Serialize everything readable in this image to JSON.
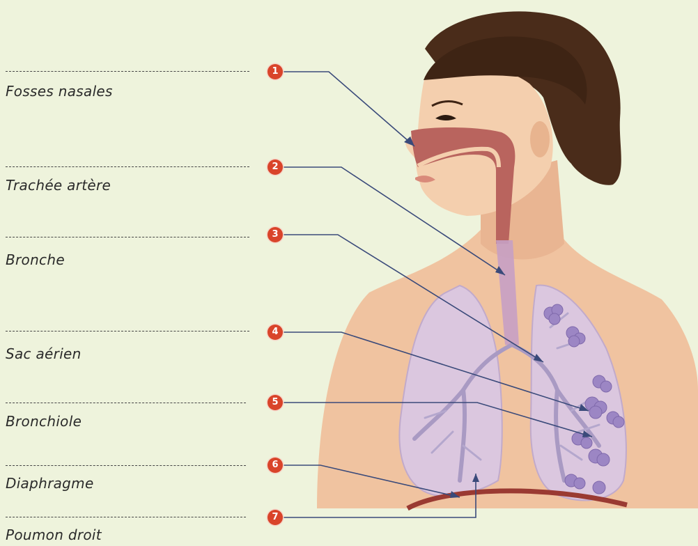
{
  "labels": [
    {
      "number": "1",
      "text": "Fosses nasales"
    },
    {
      "number": "2",
      "text": "Trachée artère"
    },
    {
      "number": "3",
      "text": "Bronche"
    },
    {
      "number": "4",
      "text": "Sac aérien"
    },
    {
      "number": "5",
      "text": "Bronchiole"
    },
    {
      "number": "6",
      "text": "Diaphragme"
    },
    {
      "number": "7",
      "text": "Poumon droit"
    }
  ],
  "colors": {
    "background": "#eef3dc",
    "skin": "#f1c5a3",
    "hair": "#4a2c1a",
    "airway": "#b9645e",
    "lung": "#d8c8ea",
    "badge": "#d9442a",
    "leader_line": "#3a4a7a"
  }
}
